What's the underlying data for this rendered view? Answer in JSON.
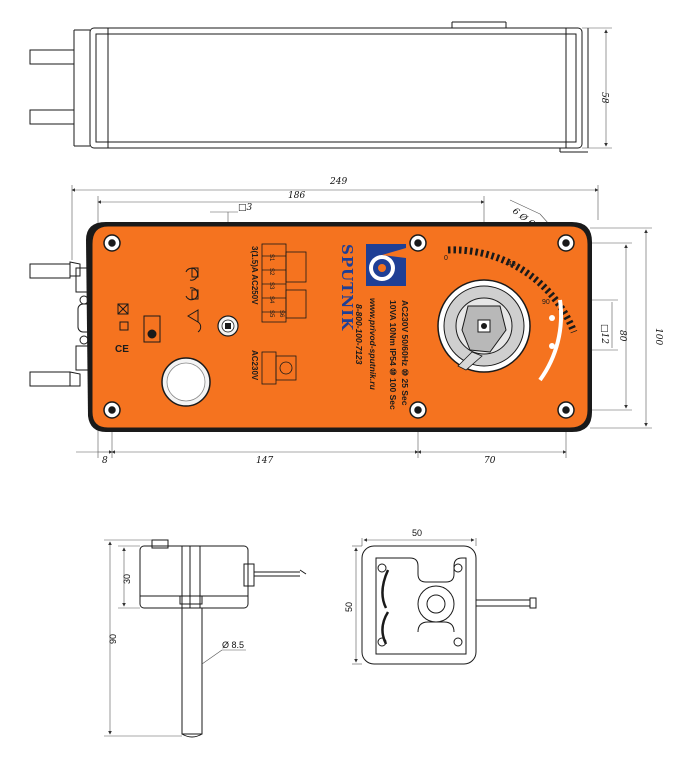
{
  "colors": {
    "body": "#f5731f",
    "outline": "#1a1a1a",
    "logo_blue": "#1f3f95",
    "dim_line": "#333333"
  },
  "top_view": {
    "dim_height": "58"
  },
  "front_view": {
    "dim_total": "249",
    "dim_inner": "186",
    "dim_hole": "6 Ø 6",
    "dim_square_small": "□3",
    "dim_shaft": "□12",
    "dim_80": "80",
    "dim_100": "100",
    "dim_8": "8",
    "dim_147": "147",
    "dim_70": "70",
    "scale": {
      "s0": "0",
      "s45": "45",
      "s90": "90"
    },
    "brand": "SPUTNIK",
    "spec_line1": "AC230V 50/60Hz ⑩ 25 Sec",
    "spec_line2": "10VA 10Nm IP54 ⑩ 100 Sec",
    "website": "www.privod-sputnik.ru",
    "phone": "8-800-100-7123",
    "wiring_label1": "3(1.5)A AC250V",
    "wiring_label2": "AC230V",
    "terminals": [
      "S1",
      "S2",
      "S3",
      "S4",
      "S5",
      "S6"
    ],
    "marks": [
      "CE",
      "⊠",
      "▢"
    ]
  },
  "side_view": {
    "dim_30": "30",
    "dim_90": "90",
    "dim_cable": "Ø 8.5"
  },
  "back_view": {
    "dim_width": "50",
    "dim_height": "50"
  }
}
